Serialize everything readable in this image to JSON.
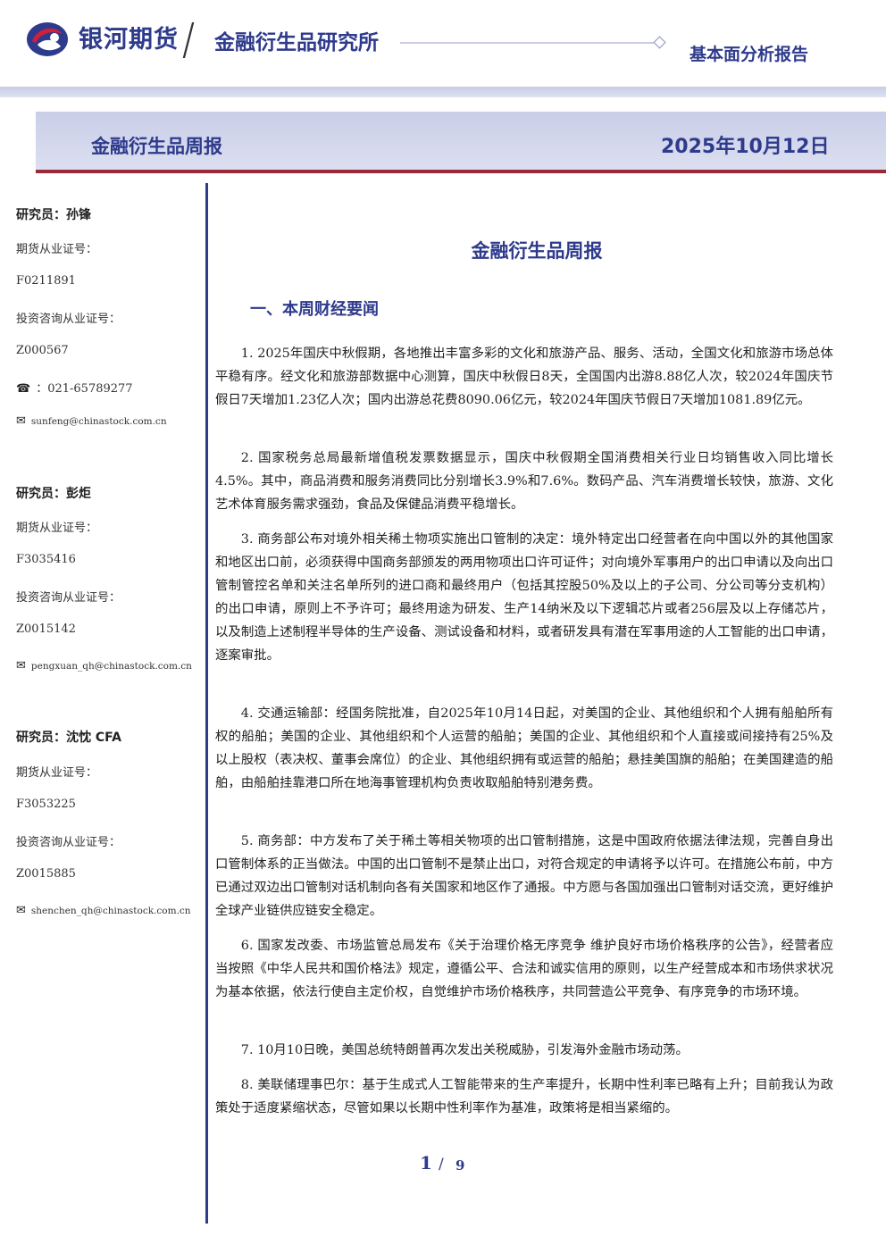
{
  "header": {
    "brand": "银河期货",
    "institute": "金融衍生品研究所",
    "report_type": "基本面分析报告"
  },
  "banner": {
    "title": "金融衍生品周报",
    "date": "2025年10月12日"
  },
  "analysts": [
    {
      "name": "研究员：孙锋",
      "futures_label": "期货从业证号：",
      "futures_id": "F0211891",
      "consult_label": "投资咨询从业证号：",
      "consult_id": "Z000567",
      "phone": "：021-65789277",
      "email": "sunfeng@chinastock.com.cn"
    },
    {
      "name": "研究员：彭炬",
      "futures_label": "期货从业证号：",
      "futures_id": "F3035416",
      "consult_label": "投资咨询从业证号：",
      "consult_id": "Z0015142",
      "email": "pengxuan_qh@chinastock.com.cn"
    },
    {
      "name": "研究员：沈忱  CFA",
      "futures_label": "期货从业证号：",
      "futures_id": "F3053225",
      "consult_label": "投资咨询从业证号：",
      "consult_id": "Z0015885",
      "email": "shenchen_qh@chinastock.com.cn"
    }
  ],
  "main": {
    "title": "金融衍生品周报",
    "section_heading": "一、本周财经要闻",
    "paragraphs": [
      "1. 2025年国庆中秋假期，各地推出丰富多彩的文化和旅游产品、服务、活动，全国文化和旅游市场总体平稳有序。经文化和旅游部数据中心测算，国庆中秋假日8天，全国国内出游8.88亿人次，较2024年国庆节假日7天增加1.23亿人次；国内出游总花费8090.06亿元，较2024年国庆节假日7天增加1081.89亿元。",
      "2. 国家税务总局最新增值税发票数据显示，国庆中秋假期全国消费相关行业日均销售收入同比增长4.5%。其中，商品消费和服务消费同比分别增长3.9%和7.6%。数码产品、汽车消费增长较快，旅游、文化艺术体育服务需求强劲，食品及保健品消费平稳增长。",
      "3. 商务部公布对境外相关稀土物项实施出口管制的决定：境外特定出口经营者在向中国以外的其他国家和地区出口前，必须获得中国商务部颁发的两用物项出口许可证件；对向境外军事用户的出口申请以及向出口管制管控名单和关注名单所列的进口商和最终用户（包括其控股50%及以上的子公司、分公司等分支机构）的出口申请，原则上不予许可；最终用途为研发、生产14纳米及以下逻辑芯片或者256层及以上存储芯片，以及制造上述制程半导体的生产设备、测试设备和材料，或者研发具有潜在军事用途的人工智能的出口申请，逐案审批。",
      "4. 交通运输部：经国务院批准，自2025年10月14日起，对美国的企业、其他组织和个人拥有船舶所有权的船舶；美国的企业、其他组织和个人运营的船舶；美国的企业、其他组织和个人直接或间接持有25%及以上股权（表决权、董事会席位）的企业、其他组织拥有或运营的船舶；悬挂美国旗的船舶；在美国建造的船舶，由船舶挂靠港口所在地海事管理机构负责收取船舶特别港务费。",
      "5. 商务部：中方发布了关于稀土等相关物项的出口管制措施，这是中国政府依据法律法规，完善自身出口管制体系的正当做法。中国的出口管制不是禁止出口，对符合规定的申请将予以许可。在措施公布前，中方已通过双边出口管制对话机制向各有关国家和地区作了通报。中方愿与各国加强出口管制对话交流，更好维护全球产业链供应链安全稳定。",
      "6. 国家发改委、市场监管总局发布《关于治理价格无序竞争 维护良好市场价格秩序的公告》，经营者应当按照《中华人民共和国价格法》规定，遵循公平、合法和诚实信用的原则，以生产经营成本和市场供求状况为基本依据，依法行使自主定价权，自觉维护市场价格秩序，共同营造公平竞争、有序竞争的市场环境。",
      "7. 10月10日晚，美国总统特朗普再次发出关税威胁，引发海外金融市场动荡。",
      "8. 美联储理事巴尔：基于生成式人工智能带来的生产率提升，长期中性利率已略有上升；目前我认为政策处于适度紧缩状态，尽管如果以长期中性利率作为基准，政策将是相当紧缩的。"
    ]
  },
  "footer": {
    "page_current": "1",
    "page_sep": "/",
    "page_total": "9"
  },
  "colors": {
    "brand_blue": "#2e3a8c",
    "accent_red": "#d0203a",
    "banner_bg": "#d4d8ec",
    "banner_rule": "#9a2a3a"
  }
}
